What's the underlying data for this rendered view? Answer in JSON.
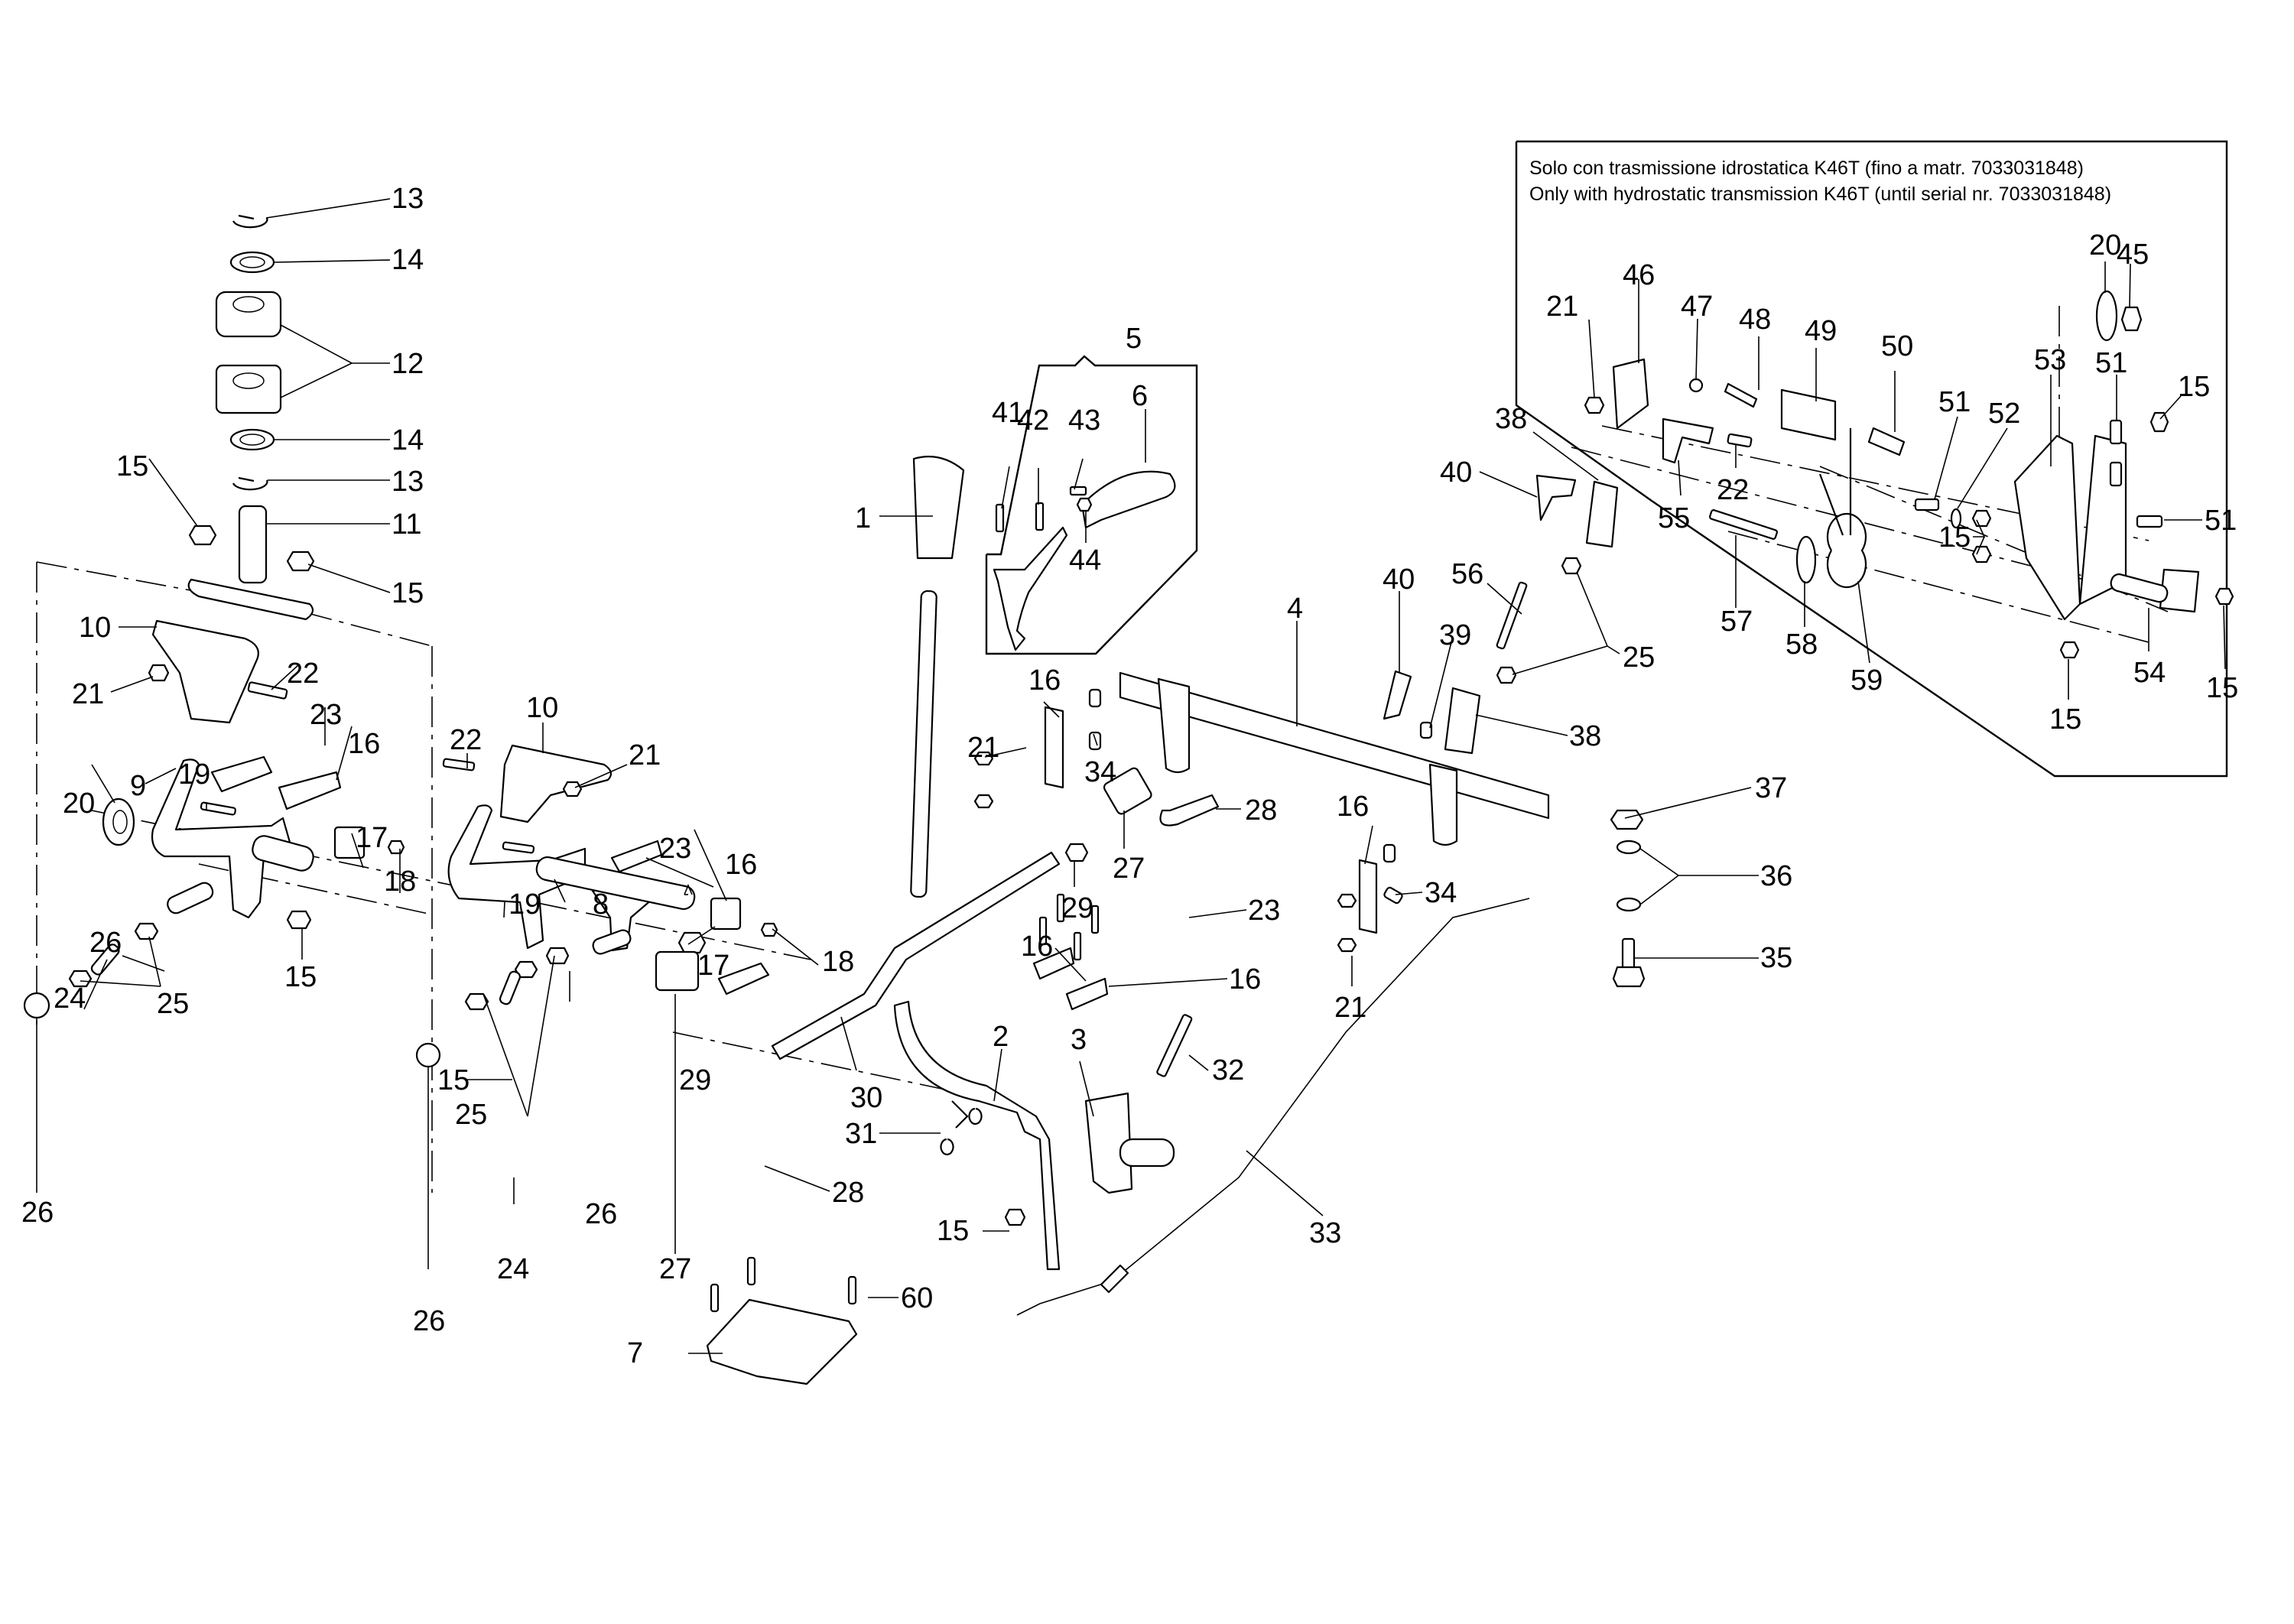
{
  "diagram": {
    "type": "exploded-parts-diagram",
    "inset_note": {
      "line_it": "Solo con trasmissione idrostatica K46T (fino a matr. 7033031848)",
      "line_en": "Only with hydrostatic transmission K46T (until serial nr. 7033031848)"
    },
    "callouts": [
      {
        "id": "c13a",
        "label": "13"
      },
      {
        "id": "c14a",
        "label": "14"
      },
      {
        "id": "c12",
        "label": "12"
      },
      {
        "id": "c14b",
        "label": "14"
      },
      {
        "id": "c13b",
        "label": "13"
      },
      {
        "id": "c15a",
        "label": "15"
      },
      {
        "id": "c11",
        "label": "11"
      },
      {
        "id": "c15b",
        "label": "15"
      },
      {
        "id": "c10a",
        "label": "10"
      },
      {
        "id": "c22a",
        "label": "22"
      },
      {
        "id": "c21a",
        "label": "21"
      },
      {
        "id": "c23a",
        "label": "23"
      },
      {
        "id": "c19a",
        "label": "19"
      },
      {
        "id": "c16a",
        "label": "16"
      },
      {
        "id": "c9",
        "label": "9"
      },
      {
        "id": "c20a",
        "label": "20"
      },
      {
        "id": "c17a",
        "label": "17"
      },
      {
        "id": "c18a",
        "label": "18"
      },
      {
        "id": "c26a",
        "label": "26"
      },
      {
        "id": "c24a",
        "label": "24"
      },
      {
        "id": "c15c",
        "label": "15"
      },
      {
        "id": "c25a",
        "label": "25"
      },
      {
        "id": "c26b",
        "label": "26"
      },
      {
        "id": "c10b",
        "label": "10"
      },
      {
        "id": "c22b",
        "label": "22"
      },
      {
        "id": "c21b",
        "label": "21"
      },
      {
        "id": "c23b",
        "label": "23"
      },
      {
        "id": "c16b",
        "label": "16"
      },
      {
        "id": "c19b",
        "label": "19"
      },
      {
        "id": "c8",
        "label": "8"
      },
      {
        "id": "c17b",
        "label": "17"
      },
      {
        "id": "c18b",
        "label": "18"
      },
      {
        "id": "c15d",
        "label": "15"
      },
      {
        "id": "c29a",
        "label": "29"
      },
      {
        "id": "c25b",
        "label": "25"
      },
      {
        "id": "c26c",
        "label": "26"
      },
      {
        "id": "c28a",
        "label": "28"
      },
      {
        "id": "c24b",
        "label": "24"
      },
      {
        "id": "c27a",
        "label": "27"
      },
      {
        "id": "c26d",
        "label": "26"
      },
      {
        "id": "c30",
        "label": "30"
      },
      {
        "id": "c1",
        "label": "1"
      },
      {
        "id": "c5",
        "label": "5"
      },
      {
        "id": "c41",
        "label": "41"
      },
      {
        "id": "c42",
        "label": "42"
      },
      {
        "id": "c43",
        "label": "43"
      },
      {
        "id": "c6",
        "label": "6"
      },
      {
        "id": "c44",
        "label": "44"
      },
      {
        "id": "c4",
        "label": "4"
      },
      {
        "id": "c16c",
        "label": "16"
      },
      {
        "id": "c21c",
        "label": "21"
      },
      {
        "id": "c34a",
        "label": "34"
      },
      {
        "id": "c27b",
        "label": "27"
      },
      {
        "id": "c28b",
        "label": "28"
      },
      {
        "id": "c29b",
        "label": "29"
      },
      {
        "id": "c23c",
        "label": "23"
      },
      {
        "id": "c16d",
        "label": "16"
      },
      {
        "id": "c16e",
        "label": "16"
      },
      {
        "id": "c16f",
        "label": "16"
      },
      {
        "id": "c34b",
        "label": "34"
      },
      {
        "id": "c21d",
        "label": "21"
      },
      {
        "id": "c2",
        "label": "2"
      },
      {
        "id": "c3",
        "label": "3"
      },
      {
        "id": "c32",
        "label": "32"
      },
      {
        "id": "c31",
        "label": "31"
      },
      {
        "id": "c15e",
        "label": "15"
      },
      {
        "id": "c33",
        "label": "33"
      },
      {
        "id": "c60",
        "label": "60"
      },
      {
        "id": "c7",
        "label": "7"
      },
      {
        "id": "c37",
        "label": "37"
      },
      {
        "id": "c36",
        "label": "36"
      },
      {
        "id": "c35",
        "label": "35"
      },
      {
        "id": "c38a",
        "label": "38"
      },
      {
        "id": "c40a",
        "label": "40"
      },
      {
        "id": "c40b",
        "label": "40"
      },
      {
        "id": "c56",
        "label": "56"
      },
      {
        "id": "c39",
        "label": "39"
      },
      {
        "id": "c25c",
        "label": "25"
      },
      {
        "id": "c38b",
        "label": "38"
      },
      {
        "id": "c21e",
        "label": "21"
      },
      {
        "id": "c46",
        "label": "46"
      },
      {
        "id": "c47",
        "label": "47"
      },
      {
        "id": "c48",
        "label": "48"
      },
      {
        "id": "c49",
        "label": "49"
      },
      {
        "id": "c50",
        "label": "50"
      },
      {
        "id": "c20b",
        "label": "20"
      },
      {
        "id": "c45",
        "label": "45"
      },
      {
        "id": "c53",
        "label": "53"
      },
      {
        "id": "c51a",
        "label": "51"
      },
      {
        "id": "c15f",
        "label": "15"
      },
      {
        "id": "c51b",
        "label": "51"
      },
      {
        "id": "c52",
        "label": "52"
      },
      {
        "id": "c55",
        "label": "55"
      },
      {
        "id": "c22c",
        "label": "22"
      },
      {
        "id": "c15g",
        "label": "15"
      },
      {
        "id": "c51c",
        "label": "51"
      },
      {
        "id": "c57",
        "label": "57"
      },
      {
        "id": "c58",
        "label": "58"
      },
      {
        "id": "c59",
        "label": "59"
      },
      {
        "id": "c54",
        "label": "54"
      },
      {
        "id": "c15h",
        "label": "15"
      },
      {
        "id": "c15i",
        "label": "15"
      }
    ]
  }
}
